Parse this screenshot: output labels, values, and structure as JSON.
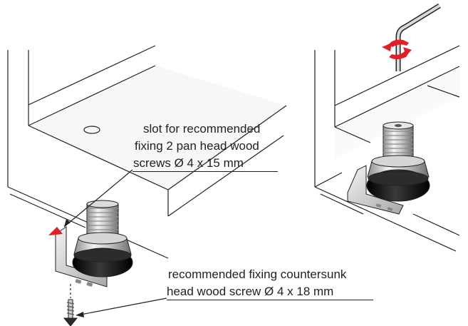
{
  "callouts": {
    "slot": {
      "lines": [
        "slot for recommended",
        "fixing 2 pan head wood",
        "screws Ø 4 x 15 mm"
      ]
    },
    "screw": {
      "lines": [
        "recommended fixing countersunk",
        "head wood screw Ø  4 x 18 mm"
      ]
    }
  },
  "colors": {
    "line": "#222222",
    "accent_red": "#e01f26",
    "metal_light": "#e8e8e8",
    "metal_mid": "#b5b5b5",
    "metal_dark": "#7a7a7a",
    "foot_black": "#111111",
    "panel_shade": "#f2f2f2"
  },
  "icons": [
    "hex-key-icon",
    "rotation-arrow-icon",
    "direction-arrow-icon"
  ]
}
